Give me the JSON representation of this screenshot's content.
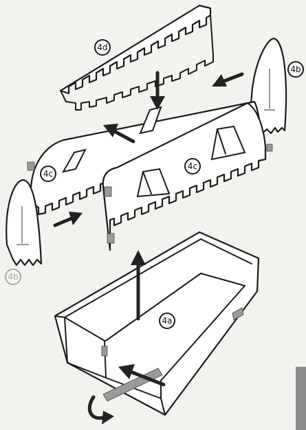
{
  "diagram": {
    "labels": {
      "roof_ridge": "4d",
      "end_wall_right": "4b",
      "side_panel_left": "4c",
      "side_panel_front": "4c",
      "end_wall_left": "4b",
      "base_tray": "4a"
    }
  },
  "colors": {
    "line": "#1a1a1a",
    "tab": "#9a9a9a",
    "background": "#f4f2ee"
  }
}
